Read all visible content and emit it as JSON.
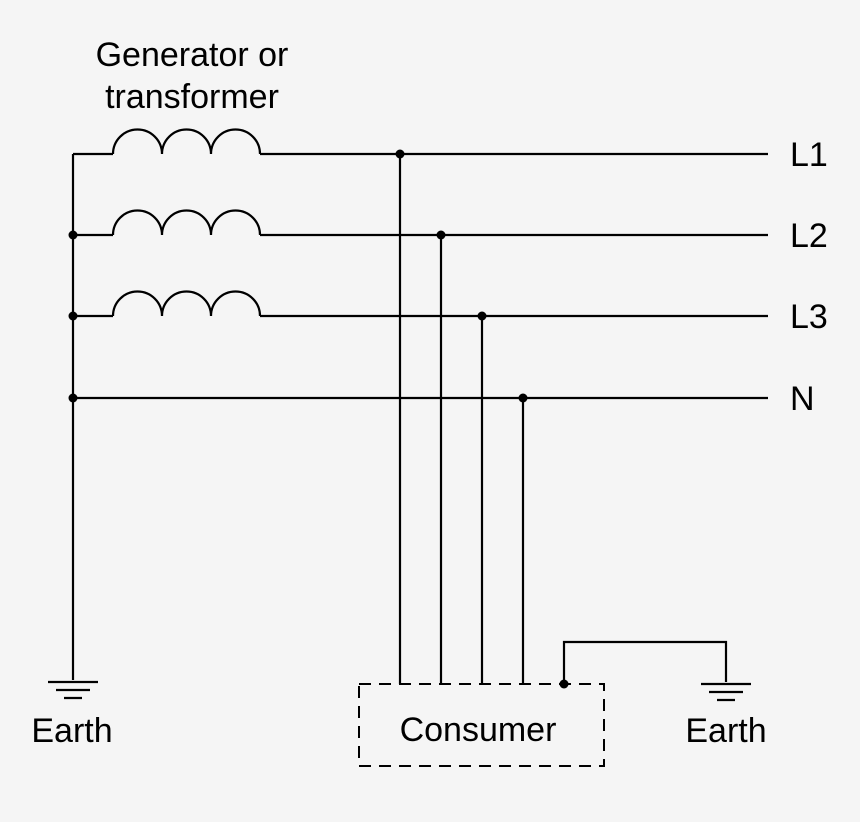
{
  "source": {
    "title_line1": "Generator or",
    "title_line2": "transformer"
  },
  "lines": [
    {
      "label": "L1"
    },
    {
      "label": "L2"
    },
    {
      "label": "L3"
    },
    {
      "label": "N"
    }
  ],
  "consumer": {
    "label": "Consumer"
  },
  "earth_left": {
    "label": "Earth"
  },
  "earth_right": {
    "label": "Earth"
  }
}
